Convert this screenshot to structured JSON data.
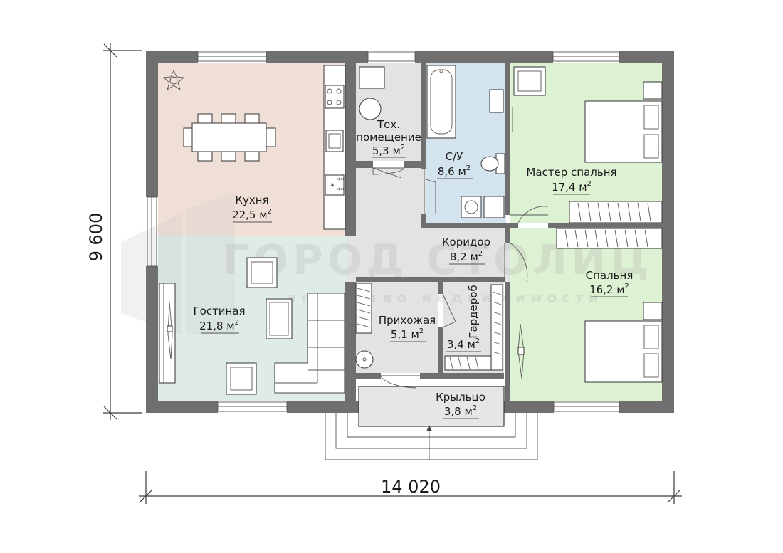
{
  "plan": {
    "dimension_height": "9 600",
    "dimension_width": "14 020",
    "watermark_title": "ГОРОД СТОЛИЦ",
    "watermark_subtitle": "агентство недвижимости"
  },
  "rooms": {
    "kitchen": {
      "name": "Кухня",
      "area": "22,5 м",
      "color": "#f0dfd6"
    },
    "living": {
      "name": "Гостиная",
      "area": "21,8 м",
      "color": "#dfece5"
    },
    "tech": {
      "name1": "Тех.",
      "name2": "помещение",
      "area": "5,3 м",
      "color": "#e3e3e3"
    },
    "bath": {
      "name": "С/У",
      "area": "8,6 м",
      "color": "#d4e4ef"
    },
    "master": {
      "name": "Мастер спальня",
      "area": "17,4 м",
      "color": "#ddf2d2"
    },
    "corridor": {
      "name": "Коридор",
      "area": "8,2 м",
      "color": "#e3e3e3"
    },
    "bedroom": {
      "name": "Спальня",
      "area": "16,2 м",
      "color": "#ddf2d2"
    },
    "hall": {
      "name": "Прихожая",
      "area": "5,1 м",
      "color": "#e3e3e3"
    },
    "wardrobe": {
      "name": "Гардероб",
      "area": "3,4 м",
      "color": "#e3e3e3"
    },
    "porch": {
      "name": "Крыльцо",
      "area": "3,8 м",
      "color": "#e6e6e6"
    }
  },
  "area_sup": "2",
  "wall_color": "#6f6f6f"
}
